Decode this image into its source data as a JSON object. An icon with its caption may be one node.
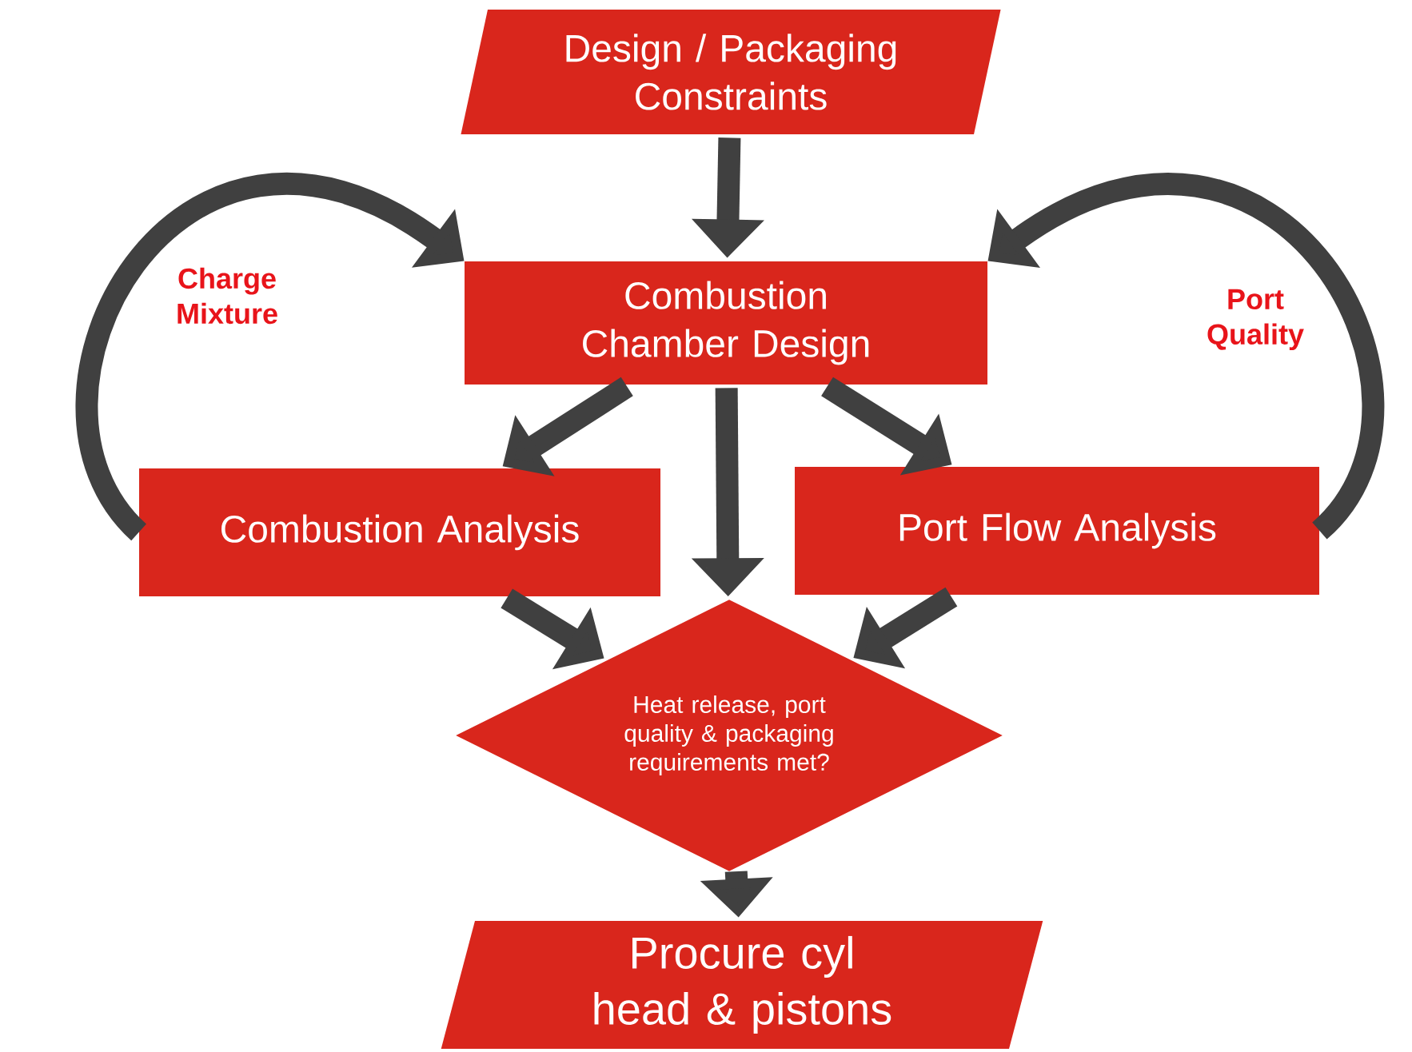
{
  "diagram": {
    "nodes": [
      {
        "text": [
          "Design / Packaging Constraints"
        ]
      },
      {
        "text": [
          "Combustion Chamber Design"
        ]
      },
      {
        "text": [
          "Combustion Analysis"
        ]
      },
      {
        "text": [
          "Port Flow Analysis"
        ]
      },
      {
        "text": [
          "Heat release, port quality & packaging requirements met?"
        ]
      },
      {
        "text": [
          "Procure cyl head & pistons"
        ]
      }
    ],
    "edges": [
      {
        "from": 0,
        "to": 1,
        "arrow": "to"
      },
      {
        "from": 1,
        "to": 2,
        "arrow": "to"
      },
      {
        "from": 1,
        "to": 4,
        "arrow": "to"
      },
      {
        "from": 1,
        "to": 3,
        "arrow": "to"
      },
      {
        "from": 2,
        "to": 4,
        "arrow": "to"
      },
      {
        "from": 3,
        "to": 4,
        "arrow": "to"
      },
      {
        "from": 4,
        "to": 5,
        "arrow": "to"
      },
      {
        "from": 2,
        "to": 1,
        "arrow": "to",
        "label": "Charge Mixture"
      },
      {
        "from": 3,
        "to": 1,
        "arrow": "to",
        "label": "Port Quality"
      }
    ]
  }
}
